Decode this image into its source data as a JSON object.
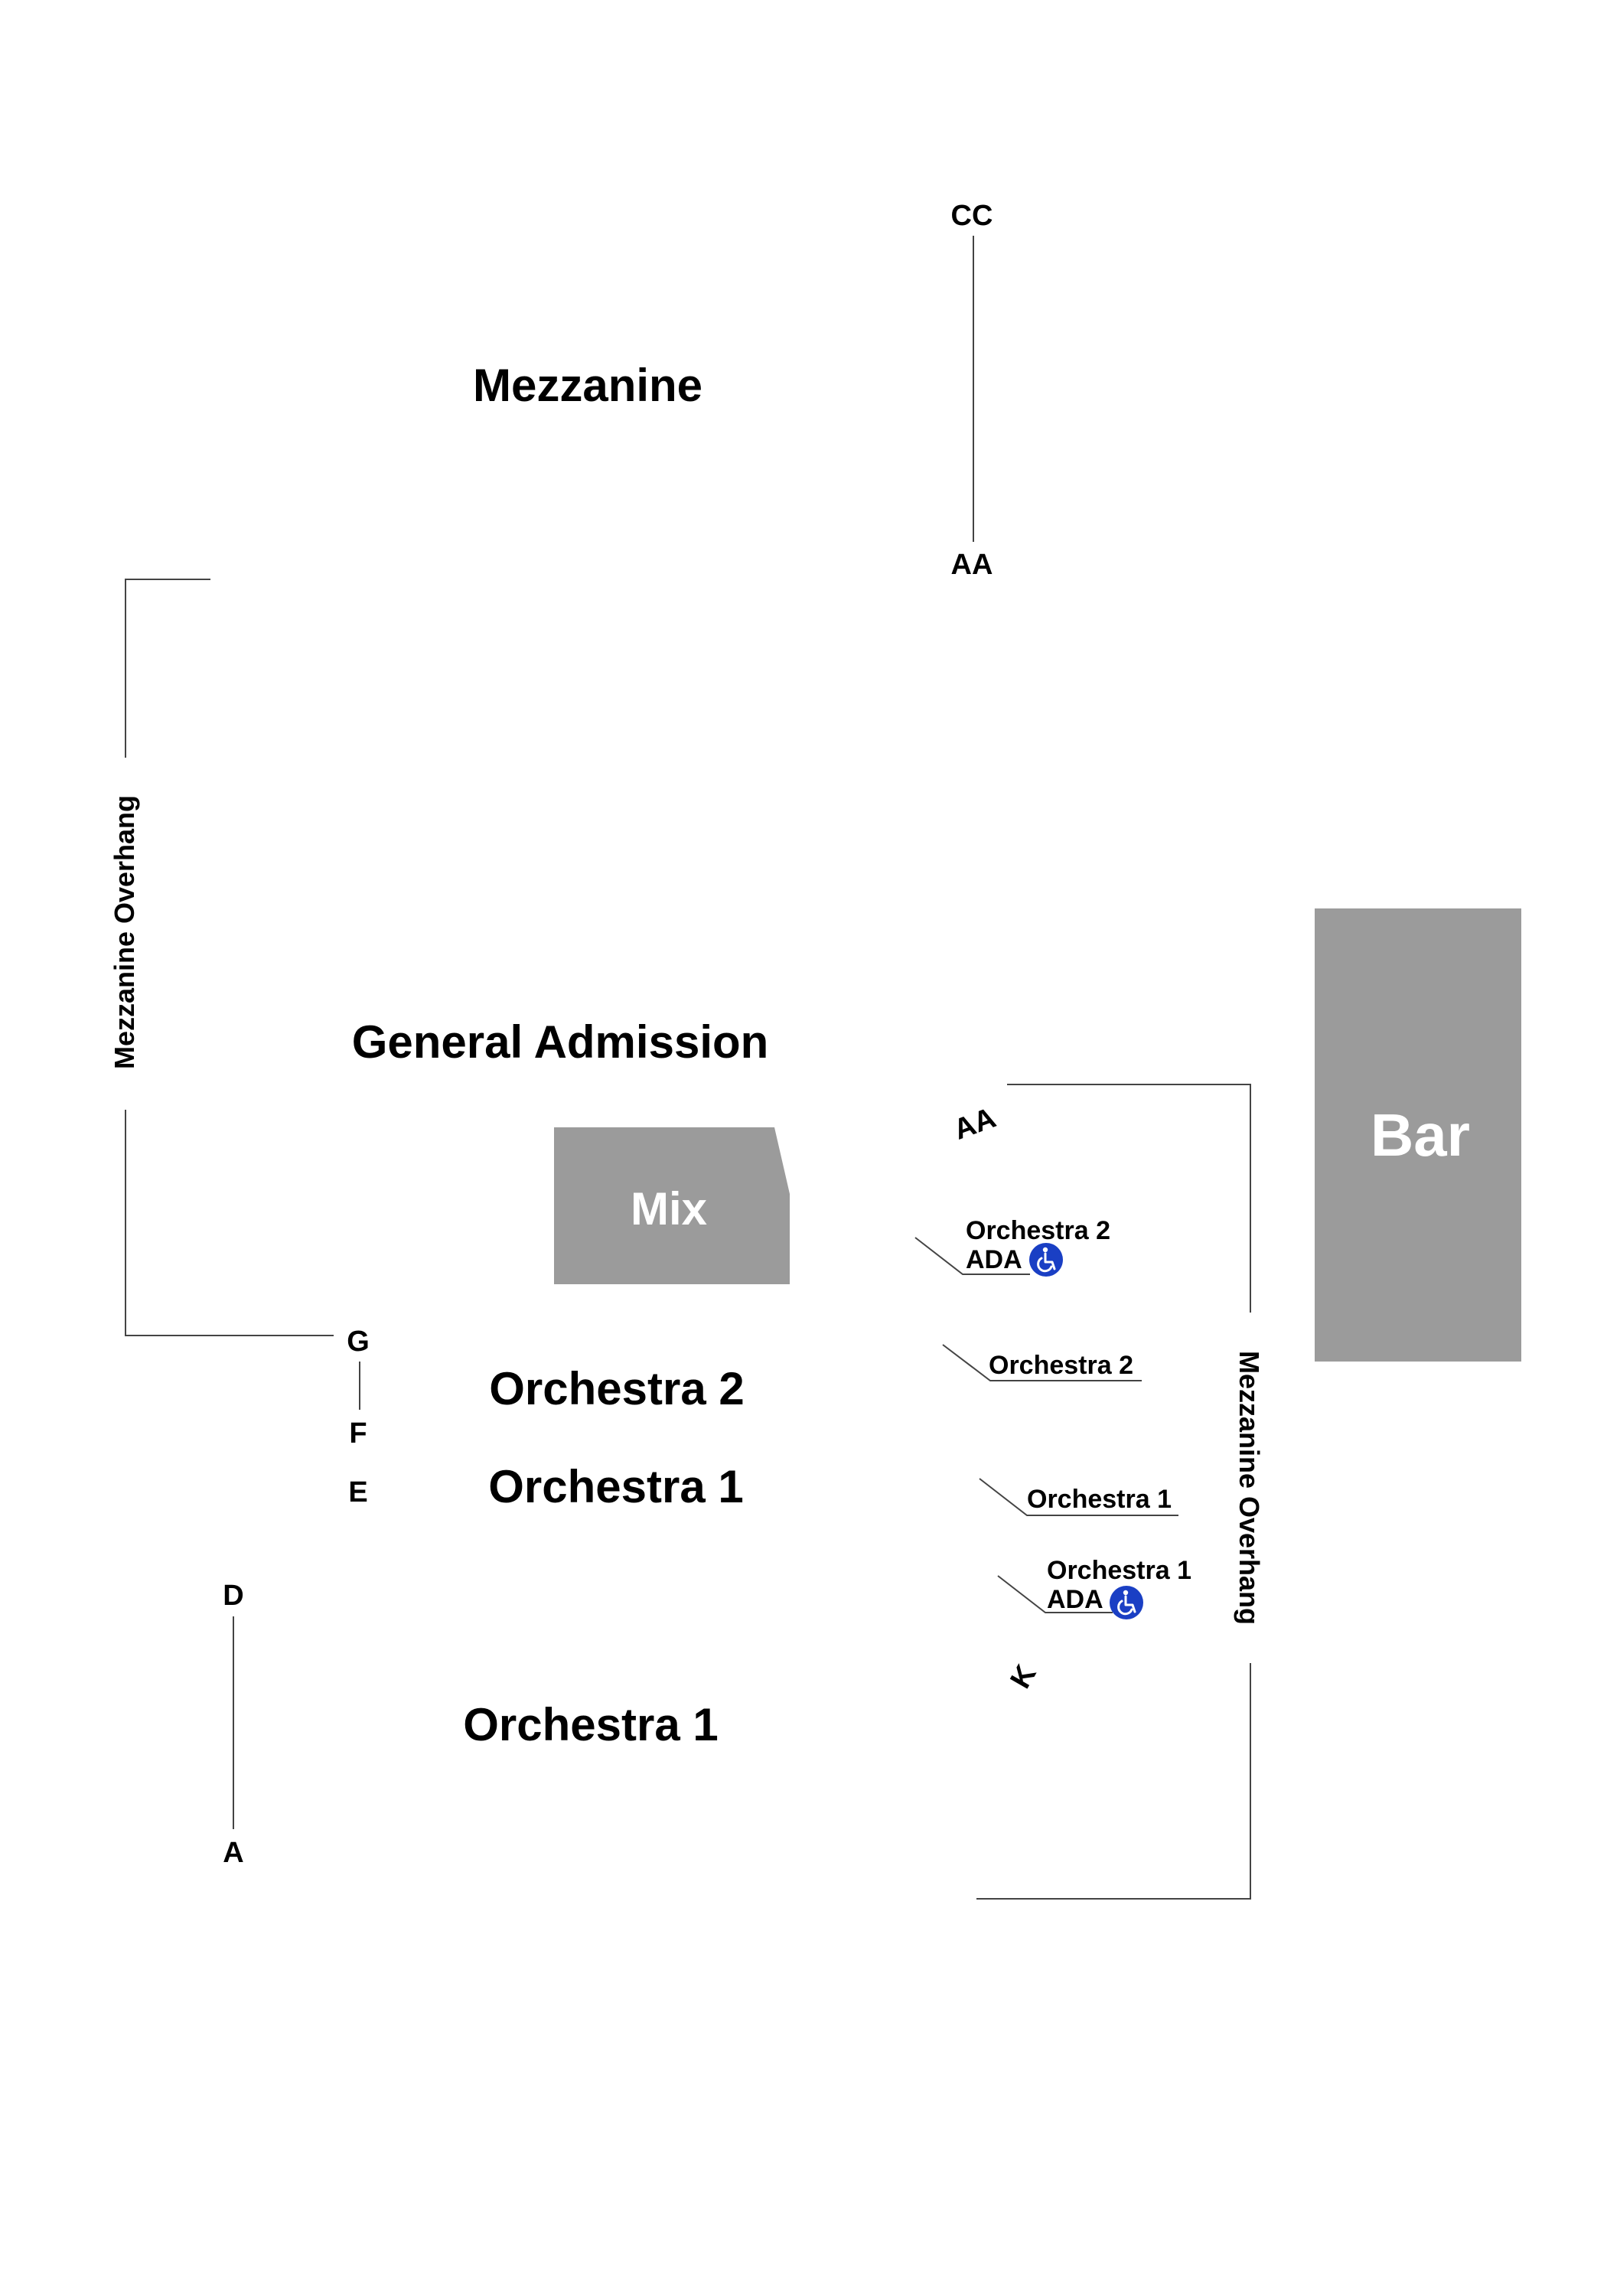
{
  "sections": {
    "mezzanine": "Mezzanine",
    "general_admission": "General Admission",
    "orchestra_2": "Orchestra 2",
    "orchestra_1_upper": "Orchestra 1",
    "orchestra_1_lower": "Orchestra 1"
  },
  "blocks": {
    "mix": "Mix",
    "bar": "Bar"
  },
  "overhang_labels": {
    "left": "Mezzanine Overhang",
    "right": "Mezzanine Overhang"
  },
  "row_labels": {
    "mezz_top": "CC",
    "mezz_bottom": "AA",
    "right_aa": "AA",
    "right_k": "K",
    "g": "G",
    "f": "F",
    "e": "E",
    "d": "D",
    "a": "A"
  },
  "side_labels": {
    "orch2_ada_line1": "Orchestra 2",
    "orch2_ada_line2": "ADA",
    "orch2": "Orchestra 2",
    "orch1": "Orchestra 1",
    "orch1_ada_line1": "Orchestra 1",
    "orch1_ada_line2": "ADA"
  },
  "icons": [
    "wheelchair-icon",
    "wheelchair-icon"
  ],
  "colors": {
    "block_fill": "#9b9b9b",
    "ada_icon": "#1a3fc4",
    "line": "#444444"
  }
}
